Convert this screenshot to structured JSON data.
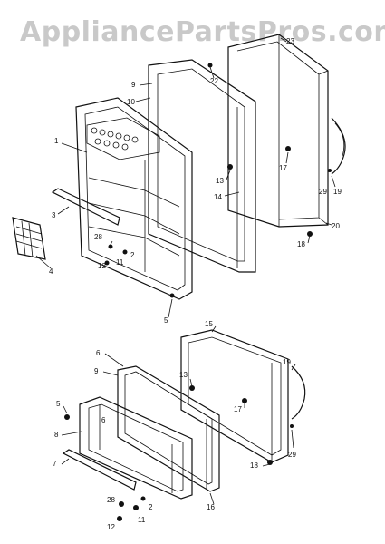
{
  "watermark": "AppliancePartsPros.com",
  "labels": {
    "l1": "1",
    "l2": "2",
    "l2b": "2",
    "l3": "3",
    "l4": "4",
    "l5": "5",
    "l5b": "5",
    "l6": "6",
    "l6b": "6",
    "l7": "7",
    "l8": "8",
    "l9": "9",
    "l9b": "9",
    "l10": "10",
    "l11": "11",
    "l11b": "11",
    "l12": "12",
    "l12b": "12",
    "l13": "13",
    "l13b": "13",
    "l14": "14",
    "l15": "15",
    "l16": "16",
    "l17": "17",
    "l17b": "17",
    "l18": "18",
    "l18b": "18",
    "l19": "19",
    "l19b": "19",
    "l20": "20",
    "l22": "22",
    "l23": "23",
    "l28": "28",
    "l28b": "28",
    "l29": "29",
    "l29b": "29"
  }
}
